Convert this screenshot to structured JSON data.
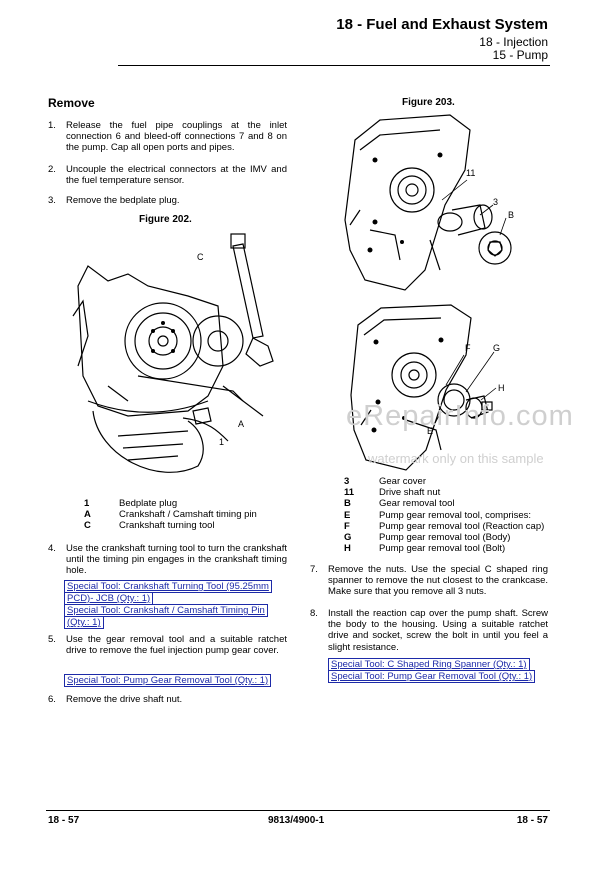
{
  "header": {
    "title": "18 - Fuel and Exhaust System",
    "sub1": "18 - Injection",
    "sub2": "15 - Pump"
  },
  "section_title": "Remove",
  "steps": [
    {
      "num": "1.",
      "text": "Release the fuel pipe couplings at the inlet connection 6 and bleed-off connections 7 and 8 on the pump. Cap all open ports and pipes."
    },
    {
      "num": "2.",
      "text": "Uncouple the electrical connectors at the IMV and the fuel temperature sensor."
    },
    {
      "num": "3.",
      "text": "Remove the bedplate plug."
    },
    {
      "num": "4.",
      "text": "Use the crankshaft turning tool to turn the crankshaft until the timing pin engages in the crankshaft timing hole."
    },
    {
      "num": "5.",
      "text": "Use the gear removal tool and a suitable ratchet drive to remove the fuel injection pump gear cover."
    },
    {
      "num": "6.",
      "text": "Remove the drive shaft nut."
    },
    {
      "num": "7.",
      "text": "Remove the nuts. Use the special C shaped ring spanner to remove the nut closest to the crankcase. Make sure that you remove all 3 nuts."
    },
    {
      "num": "8.",
      "text": "Install the reaction cap over the pump shaft. Screw the body to the housing. Using a suitable ratchet drive and socket, screw the bolt in until you feel a slight resistance."
    }
  ],
  "special_tools": {
    "crank_turning_1": "Special Tool: Crankshaft Turning Tool (95.25mm",
    "crank_turning_2": "PCD)- JCB (Qty.: 1)",
    "timing_pin": "Special Tool: Crankshaft / Camshaft Timing Pin",
    "timing_pin_qty": "(Qty.: 1)",
    "gear_removal": "Special Tool: Pump Gear Removal Tool (Qty.: 1)",
    "c_spanner": "Special Tool: C Shaped Ring Spanner (Qty.: 1)",
    "pump_gear_removal": "Special Tool: Pump Gear Removal Tool (Qty.: 1)"
  },
  "figures": {
    "fig202": "Figure 202.",
    "fig203": "Figure 203.",
    "fig202_labels": {
      "c": "C",
      "a": "A",
      "one": "1"
    },
    "fig203_labels": {
      "eleven": "11",
      "three": "3",
      "b": "B",
      "f": "F",
      "g": "G",
      "h": "H",
      "e": "E"
    }
  },
  "legend202": [
    {
      "key": "1",
      "value": "Bedplate plug"
    },
    {
      "key": "A",
      "value": "Crankshaft / Camshaft timing pin"
    },
    {
      "key": "C",
      "value": "Crankshaft turning tool"
    }
  ],
  "legend203": [
    {
      "key": "3",
      "value": "Gear cover"
    },
    {
      "key": "11",
      "value": "Drive shaft nut"
    },
    {
      "key": "B",
      "value": "Gear removal tool"
    },
    {
      "key": "E",
      "value": "Pump gear removal tool, comprises:"
    },
    {
      "key": "F",
      "value": "Pump gear removal tool (Reaction cap)"
    },
    {
      "key": "G",
      "value": "Pump gear removal tool (Body)"
    },
    {
      "key": "H",
      "value": "Pump gear removal tool (Bolt)"
    }
  ],
  "watermark": {
    "main": "eRepairInfo.com",
    "sub": "watermark only on this sample"
  },
  "footer": {
    "left": "18 - 57",
    "mid": "9813/4900-1",
    "right": "18 - 57"
  }
}
